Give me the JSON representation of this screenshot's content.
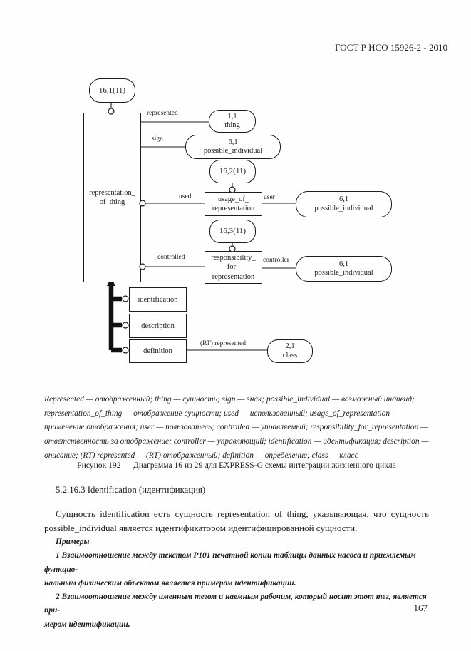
{
  "header": {
    "standard": "ГОСТ Р ИСО 15926-2 - 2010"
  },
  "diagram": {
    "refs": {
      "r1": "16,1(11)",
      "r2": "16,2(11)",
      "r3": "16,3(11)"
    },
    "entities": {
      "representation_of_thing": {
        "l1": "representation_",
        "l2": "of_thing"
      },
      "usage_of_representation": {
        "l1": "usage_of_",
        "l2": "representation"
      },
      "responsibility_for_representation": {
        "l1": "responsibility_",
        "l2": "for_",
        "l3": "representation"
      },
      "identification": "identification",
      "description": "description",
      "definition": "definition"
    },
    "externals": {
      "thing": {
        "ref": "1,1",
        "name": "thing"
      },
      "possible_individual_sign": {
        "ref": "6,1",
        "name": "possible_individual"
      },
      "possible_individual_user": {
        "ref": "6,1",
        "name": "possible_individual"
      },
      "possible_individual_controller": {
        "ref": "6,1",
        "name": "possible_individual"
      },
      "class": {
        "ref": "2,1",
        "name": "class"
      }
    },
    "labels": {
      "represented": "represented",
      "sign": "sign",
      "used": "used",
      "user": "user",
      "controlled": "controlled",
      "controller": "controller",
      "rt_represented": "(RT) represented"
    }
  },
  "legend": {
    "lines": [
      "Represented — отображенный; thing — сущность; sign — знак; possible_individual — возможный индивид;",
      "representation_of_thing — отображение сущности; used — использованный; usage_of_representation —",
      "применение отображения; user — пользователь; controlled — управляемый; responsibility_for_representation —",
      "ответственность за отображение; controller — управляющий; identification — идентификация; description —",
      "описание; (RT) represented — (RT) отображенный; definition — определение; class — класс"
    ]
  },
  "caption": "Рисунок 192 — Диаграмма 16 из 29 для EXPRESS-G схемы интеграции жизненного цикла",
  "section": {
    "heading": "5.2.16.3 Identification (идентификация)",
    "paragraph": "Сущность identification есть сущность representation_of_thing, указывающая, что сущность possible_individual является идентификатором идентифицированной сущности.",
    "examples_title": "Примеры",
    "examples": [
      {
        "lines": [
          "1 Взаимоотношение между текстом Р101 печатной копии таблицы данных насоса и приемлемым функцио-",
          "нальным физическим объектом является примером идентификации."
        ]
      },
      {
        "lines": [
          "2 Взаимоотношение между именным тегом и наемным рабочим, который носит этот тег, является при-",
          "мером идентификации."
        ]
      }
    ]
  },
  "footer": {
    "page_number": "167"
  }
}
